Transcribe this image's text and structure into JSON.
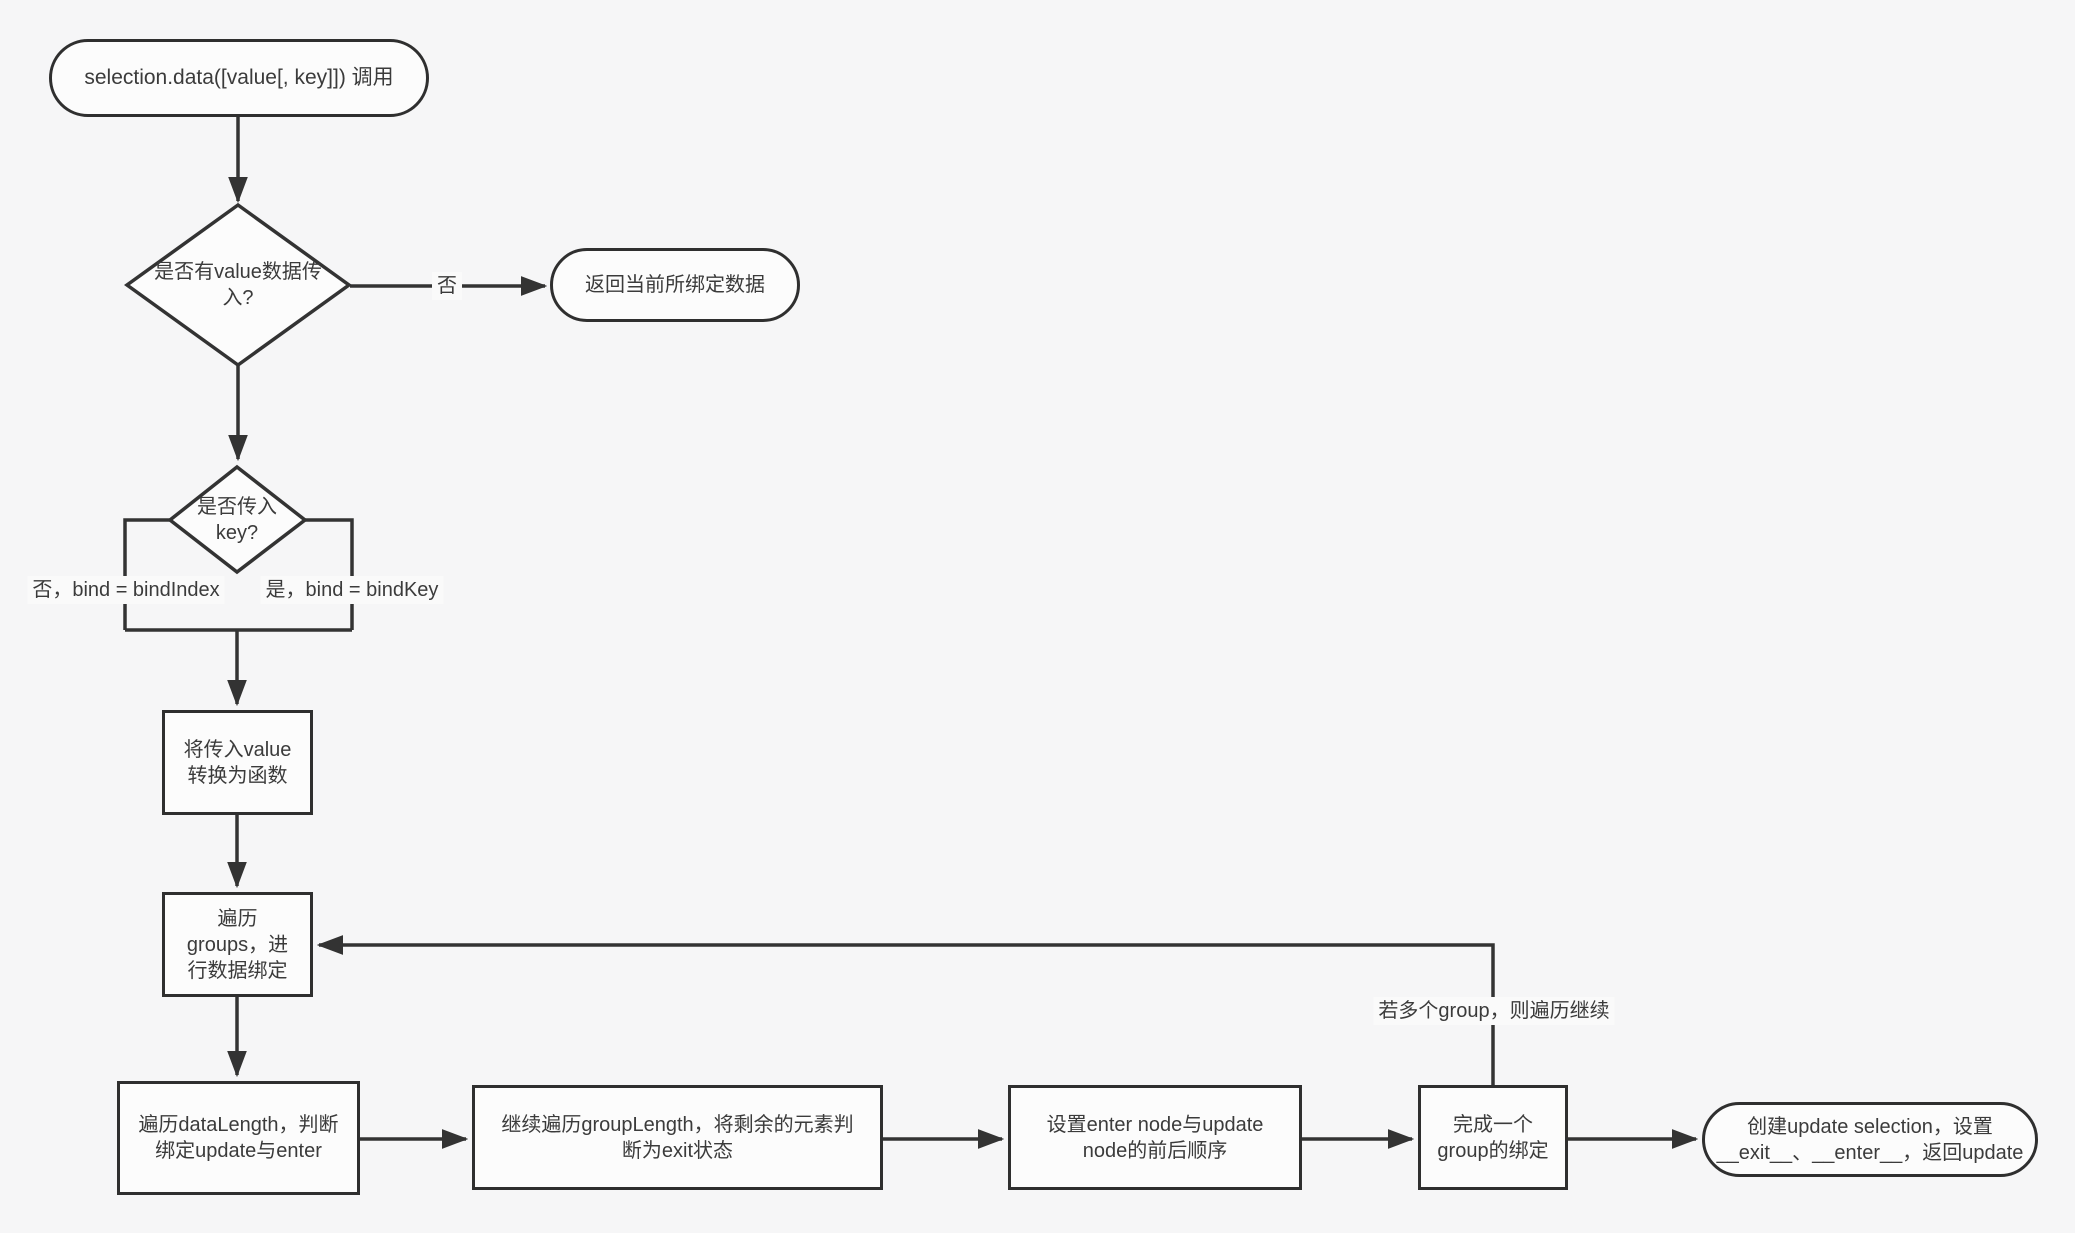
{
  "colors": {
    "background": "#f6f6f7",
    "node_fill": "#fcfcfc",
    "stroke": "#333333",
    "text": "#3b3b3b"
  },
  "nodes": {
    "start": {
      "lines": [
        "selection.data([value[, key]]) 调用"
      ]
    },
    "decision_value": {
      "lines": [
        "是否有value数据传",
        "入?"
      ]
    },
    "return_bound": {
      "lines": [
        "返回当前所绑定数据"
      ]
    },
    "decision_key": {
      "lines": [
        "是否传入",
        "key?"
      ]
    },
    "to_function": {
      "lines": [
        "将传入value",
        "转换为函数"
      ]
    },
    "iterate_groups": {
      "lines": [
        "遍历",
        "groups，进",
        "行数据绑定"
      ]
    },
    "iterate_datalength": {
      "lines": [
        "遍历dataLength，判断",
        "绑定update与enter"
      ]
    },
    "iterate_grouplength": {
      "lines": [
        "继续遍历groupLength，将剩余的元素判",
        "断为exit状态"
      ]
    },
    "set_enter_node": {
      "lines": [
        "设置enter node与update",
        "node的前后顺序"
      ]
    },
    "finish_group": {
      "lines": [
        "完成一个",
        "group的绑定"
      ]
    },
    "create_update": {
      "lines": [
        "创建update selection，设置",
        "__exit__、__enter__，返回update"
      ]
    }
  },
  "edge_labels": {
    "no": "否",
    "no_bind_index": "否，bind = bindIndex",
    "yes_bind_key": "是，bind = bindKey",
    "loop_continue": "若多个group，则遍历继续"
  }
}
